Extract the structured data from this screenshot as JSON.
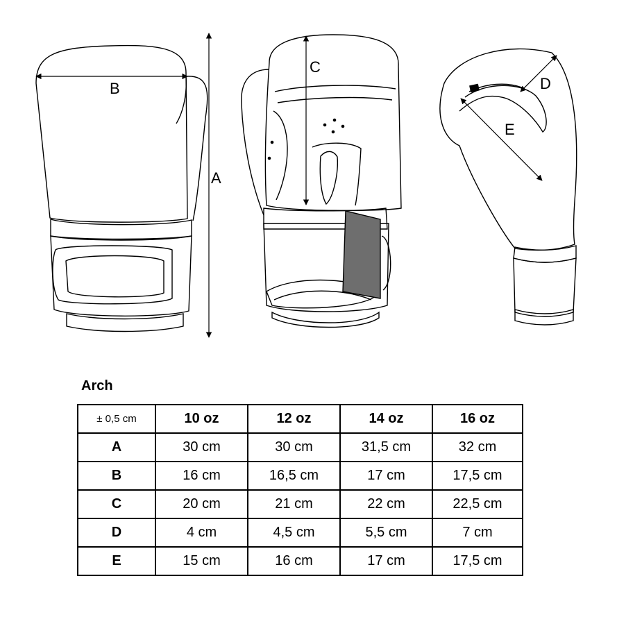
{
  "diagram": {
    "labels": {
      "a": "A",
      "b": "B",
      "c": "C",
      "d": "D",
      "e": "E"
    }
  },
  "table": {
    "title": "Arch",
    "tolerance": "± 0,5 cm",
    "sizes": [
      "10 oz",
      "12 oz",
      "14 oz",
      "16 oz"
    ],
    "rows": [
      {
        "label": "A",
        "values": [
          "30 cm",
          "30 cm",
          "31,5 cm",
          "32 cm"
        ]
      },
      {
        "label": "B",
        "values": [
          "16 cm",
          "16,5 cm",
          "17 cm",
          "17,5 cm"
        ]
      },
      {
        "label": "C",
        "values": [
          "20 cm",
          "21 cm",
          "22 cm",
          "22,5 cm"
        ]
      },
      {
        "label": "D",
        "values": [
          "4 cm",
          "4,5 cm",
          "5,5 cm",
          "7 cm"
        ]
      },
      {
        "label": "E",
        "values": [
          "15 cm",
          "16 cm",
          "17 cm",
          "17,5 cm"
        ]
      }
    ]
  }
}
